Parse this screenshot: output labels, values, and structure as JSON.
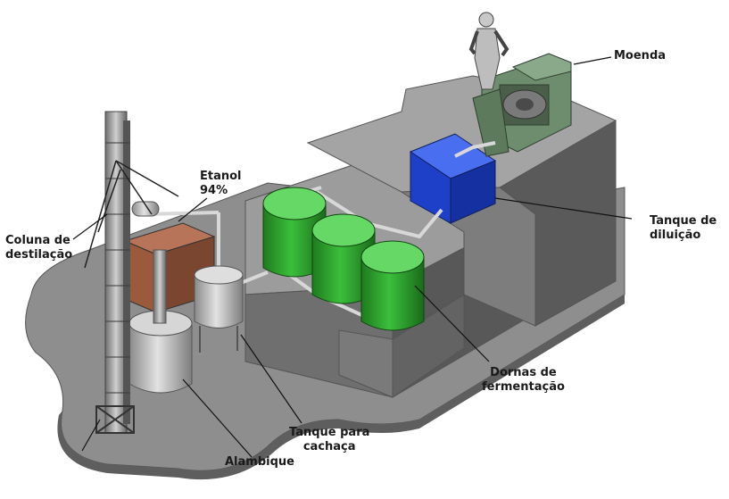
{
  "labels": {
    "moenda": "Moenda",
    "etanol": [
      "Etanol",
      "94%"
    ],
    "coluna": [
      "Coluna de",
      "destilação"
    ],
    "tanque_diluicao": [
      "Tanque de",
      "diluição"
    ],
    "dornas": [
      "Dornas de",
      "fermentação"
    ],
    "tanque_cachaca": [
      "Tanque para",
      "cachaça"
    ],
    "alambique": "Alambique"
  },
  "colors": {
    "floor": "#8c8c8c",
    "platform_top": "#9a9a9a",
    "platform_front": "#6e6e6e",
    "platform_side": "#5a5a5a",
    "fermenter": "#2e9b2e",
    "fermenter_top": "#5fd25f",
    "dilution_tank": "#1e3fc8",
    "mill": "#6b8a6b",
    "steel": "#b9b9b9",
    "brick": "#9b5a3c"
  }
}
